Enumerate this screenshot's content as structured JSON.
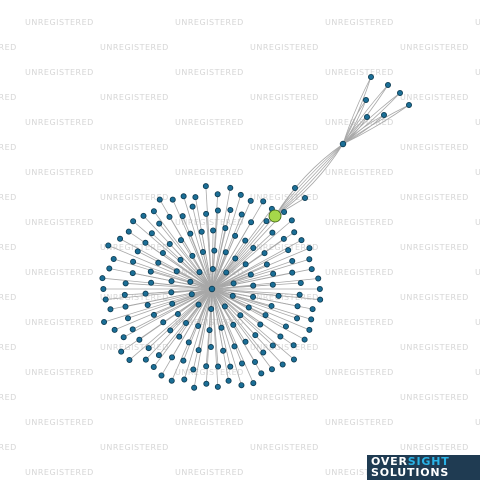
{
  "watermark": {
    "text": "UNREGISTERED",
    "color": "#d6d6d6"
  },
  "graph": {
    "node_color": "#1b6e96",
    "node_stroke": "#0d3a50",
    "edge_color": "#a8a8a8",
    "highlight_color": "#a6d84a",
    "highlight_stroke": "#3a5a10"
  },
  "logo": {
    "line1_part1": "OVER",
    "line1_part2": "SIGHT",
    "line2": "SOLUTIONS",
    "background": "#1f3b52",
    "accent": "#2ab3e6"
  }
}
